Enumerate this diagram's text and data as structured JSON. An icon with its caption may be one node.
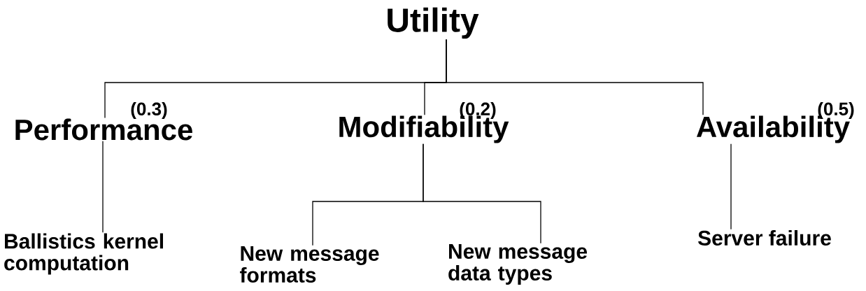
{
  "diagram": {
    "nodes": [
      {
        "text": [
          "Utility"
        ]
      },
      {
        "text": [
          "Performance"
        ],
        "beside": [
          "(0.3)"
        ]
      },
      {
        "text": [
          "Modifiability"
        ],
        "beside": [
          "(0.2)"
        ]
      },
      {
        "text": [
          "Availability"
        ],
        "beside": [
          "(0.5)"
        ]
      },
      {
        "text": [
          "Ballistics kernel computation"
        ]
      },
      {
        "text": [
          "New message formats"
        ]
      },
      {
        "text": [
          "New message data types"
        ]
      },
      {
        "text": [
          "Server failure"
        ]
      }
    ],
    "edges": [
      {
        "from": 0,
        "to": 1,
        "arrow": "none"
      },
      {
        "from": 0,
        "to": 2,
        "arrow": "none"
      },
      {
        "from": 0,
        "to": 3,
        "arrow": "none"
      },
      {
        "from": 1,
        "to": 4,
        "arrow": "none"
      },
      {
        "from": 2,
        "to": 5,
        "arrow": "none"
      },
      {
        "from": 2,
        "to": 6,
        "arrow": "none"
      },
      {
        "from": 3,
        "to": 7,
        "arrow": "none"
      }
    ]
  }
}
